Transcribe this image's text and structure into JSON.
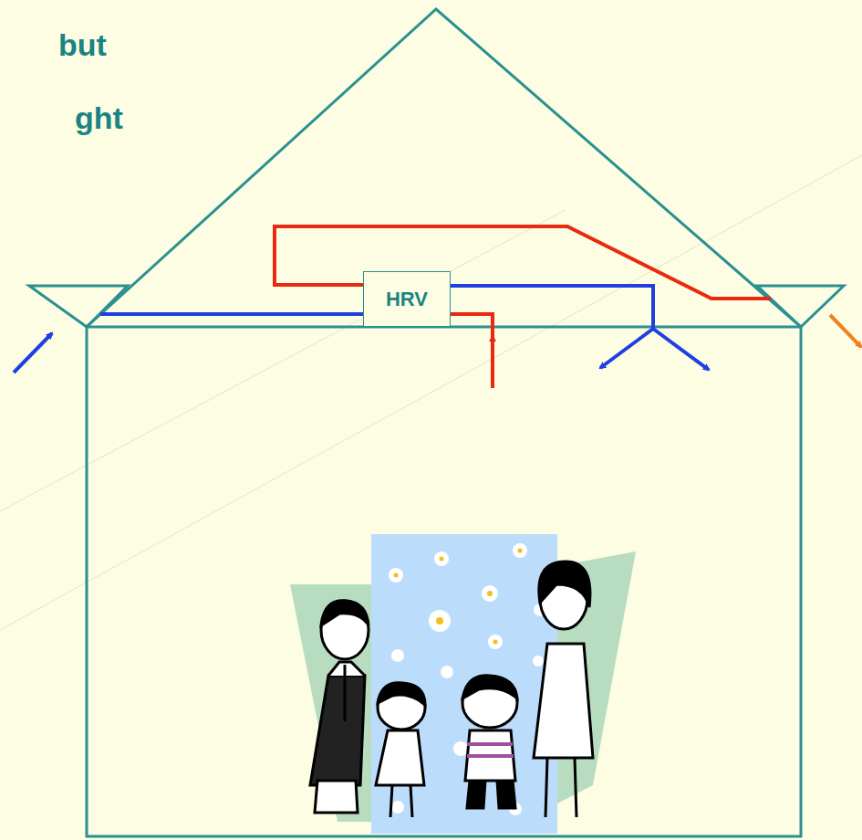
{
  "diagram": {
    "nodes": [
      {
        "text": [
          "HRV"
        ]
      }
    ],
    "labels": [
      "but",
      "ght"
    ]
  }
}
